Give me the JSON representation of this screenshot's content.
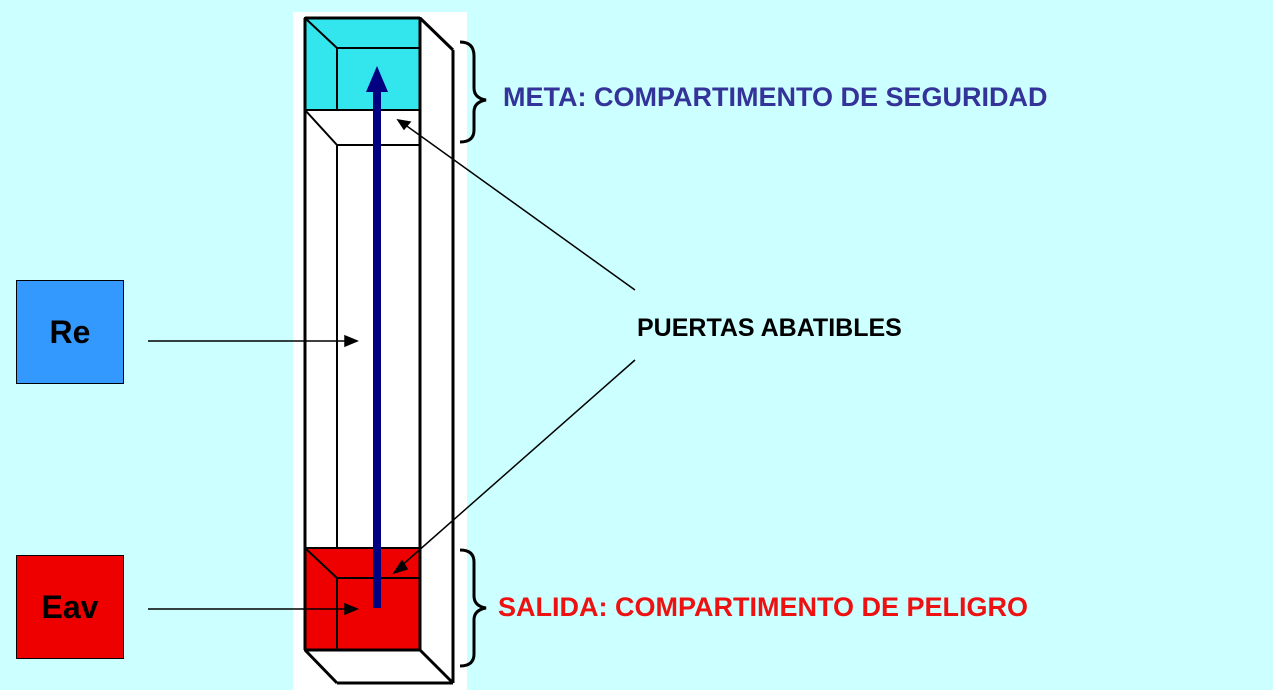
{
  "labels": {
    "meta": "META: COMPARTIMENTO DE SEGURIDAD",
    "puertas": "PUERTAS ABATIBLES",
    "salida": "SALIDA: COMPARTIMENTO DE PELIGRO"
  },
  "boxes": {
    "re": "Re",
    "eav": "Eav"
  },
  "colors": {
    "background": "#ccffff",
    "safe_compartment": "#33e6ee",
    "danger_compartment": "#ee0000",
    "meta_text": "#333399",
    "salida_text": "#ee1111",
    "re_box": "#3399ff",
    "eav_box": "#ee0000",
    "arrow": "#000080"
  }
}
